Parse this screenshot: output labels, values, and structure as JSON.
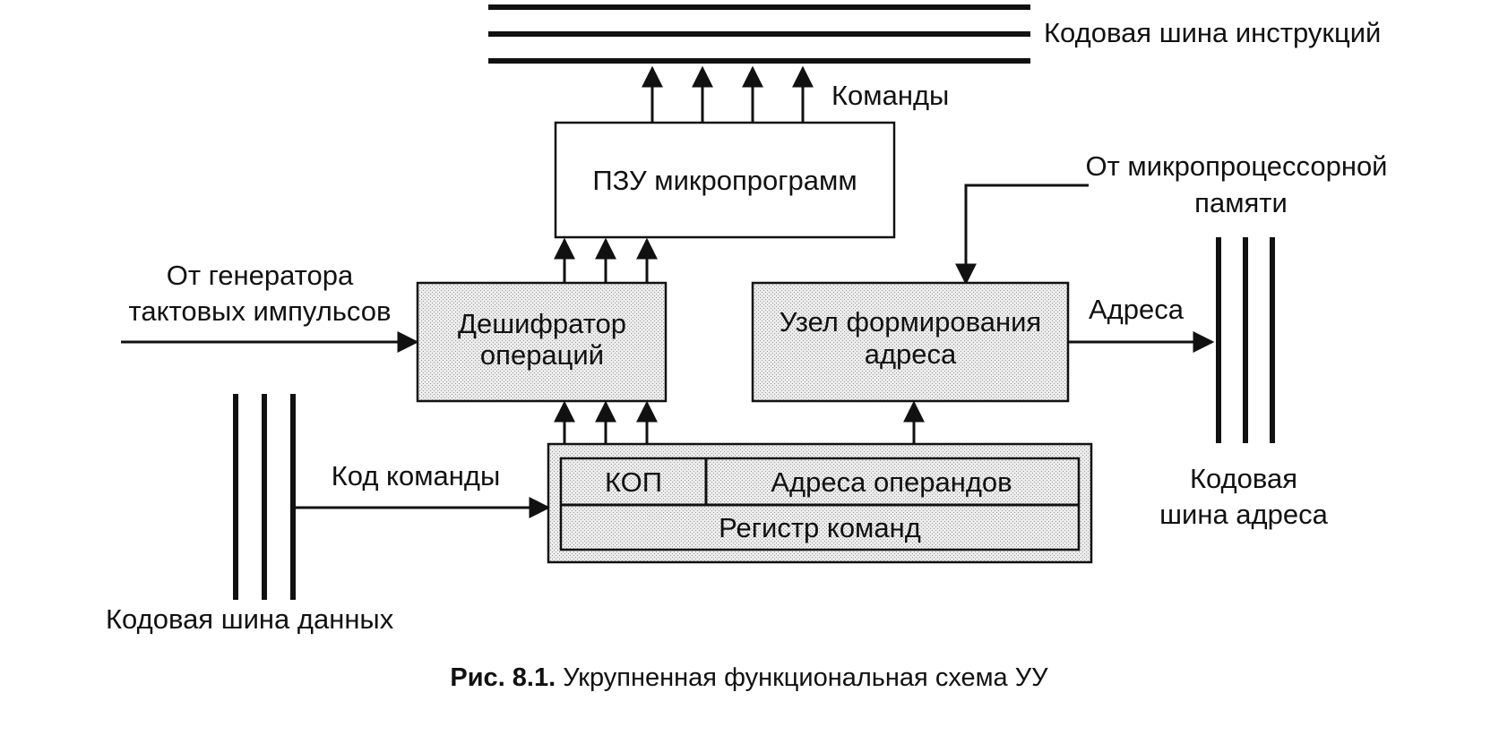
{
  "colors": {
    "ink": "#111111",
    "box_fill": "#ffffff",
    "shaded_fill": "#e4e4e4"
  },
  "labels": {
    "instr_bus": "Кодовая шина инструкций",
    "commands": "Команды",
    "rom": "ПЗУ микропрограмм",
    "from_mem_1": "От микропроцессорной",
    "from_mem_2": "памяти",
    "from_gen_1": "От генератора",
    "from_gen_2": "тактовых импульсов",
    "decoder_1": "Дешифратор",
    "decoder_2": "операций",
    "addr_unit_1": "Узел формирования",
    "addr_unit_2": "адреса",
    "addresses": "Адреса",
    "addr_bus_1": "Кодовая",
    "addr_bus_2": "шина адреса",
    "cmd_code": "Код команды",
    "kop": "КОП",
    "operand_addr": "Адреса операндов",
    "cmd_reg": "Регистр команд",
    "data_bus": "Кодовая шина данных"
  },
  "caption": {
    "prefix": "Рис. 8.1.",
    "text": "Укрупненная функциональная схема УУ"
  }
}
